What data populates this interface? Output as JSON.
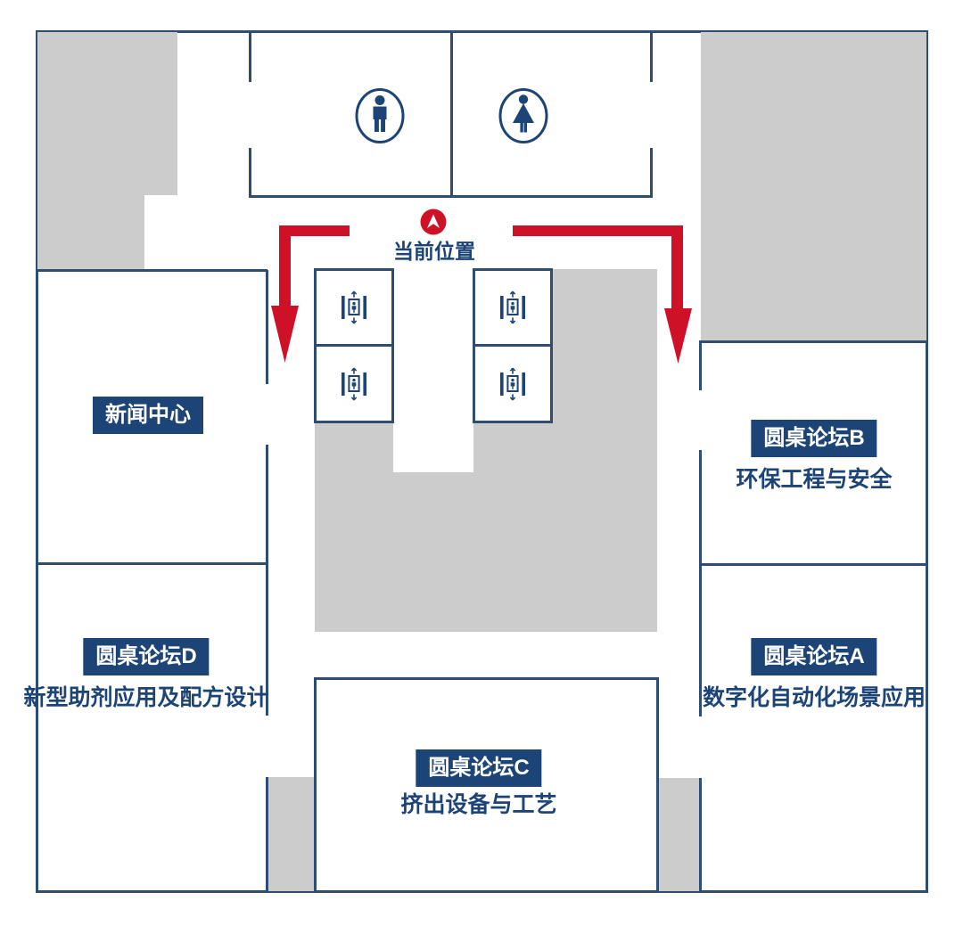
{
  "palette": {
    "navy": "#1c4476",
    "wall": "#2e4d72",
    "red": "#cf1127",
    "gray": "#cccccc",
    "label_text": "#ffffff"
  },
  "marker": {
    "label": "当前位置"
  },
  "rooms": {
    "news_center": {
      "label": "新闻中心"
    },
    "forum_b": {
      "label": "圆桌论坛B",
      "subtitle": "环保工程与安全"
    },
    "forum_a": {
      "label": "圆桌论坛A",
      "subtitle": "数字化自动化场景应用"
    },
    "forum_d": {
      "label": "圆桌论坛D",
      "subtitle": "新型助剂应用及配方设计"
    },
    "forum_c": {
      "label": "圆桌论坛C",
      "subtitle": "挤出设备与工艺"
    }
  },
  "icons": {
    "male-restroom-icon": "svg:male-figure-in-ellipse",
    "female-restroom-icon": "svg:female-figure-in-ellipse",
    "elevator-icon": "svg:person-in-lift-with-up-down-arrows",
    "current-location-icon": "svg:white-up-arrow-in-red-circle",
    "route-arrow-icon": "svg:red-right-angle-arrow"
  }
}
